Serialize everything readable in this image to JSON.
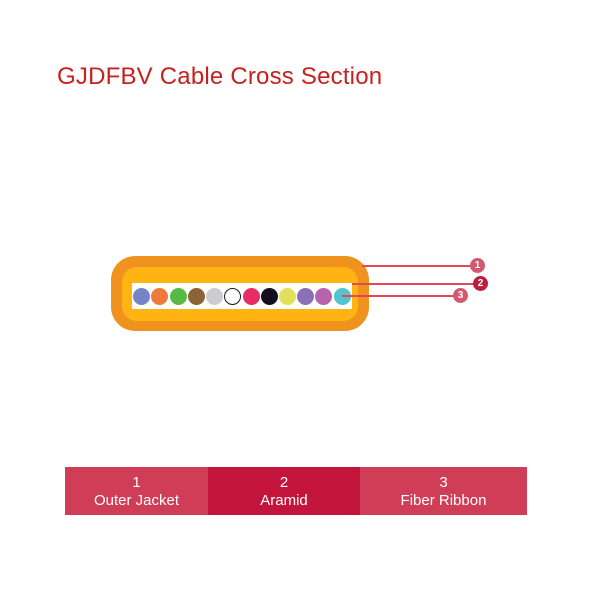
{
  "title": {
    "text": "GJDFBV Cable Cross Section",
    "color": "#C7211E"
  },
  "cable": {
    "outer_jacket_color": "#F0921E",
    "aramid_color": "#FFB414",
    "ribbon_color": "#FFFFFF",
    "fibers": [
      {
        "name": "blue",
        "color": "#7583C9"
      },
      {
        "name": "orange",
        "color": "#EF7A3C"
      },
      {
        "name": "green",
        "color": "#57BA47"
      },
      {
        "name": "brown",
        "color": "#8C6239"
      },
      {
        "name": "slate",
        "color": "#CDCDD0"
      },
      {
        "name": "white",
        "color": "#FFFFFF",
        "border": "#1A1A1A"
      },
      {
        "name": "red",
        "color": "#E62E65"
      },
      {
        "name": "black",
        "color": "#16101E"
      },
      {
        "name": "yellow",
        "color": "#E2E05B"
      },
      {
        "name": "violet",
        "color": "#8A70B6"
      },
      {
        "name": "rose",
        "color": "#B962AE"
      },
      {
        "name": "aqua",
        "color": "#50C4CF"
      }
    ]
  },
  "line_color": "#E1485A",
  "callouts": [
    {
      "number": "1",
      "badge_color": "#D15A70"
    },
    {
      "number": "2",
      "badge_color": "#BE1E3E"
    },
    {
      "number": "3",
      "badge_color": "#D15A70"
    }
  ],
  "legend": {
    "items": [
      {
        "number": "1",
        "label": "Outer Jacket",
        "color": "#CF3D56"
      },
      {
        "number": "2",
        "label": "Aramid",
        "color": "#C3143C"
      },
      {
        "number": "3",
        "label": "Fiber Ribbon",
        "color": "#CF3D56"
      }
    ]
  }
}
